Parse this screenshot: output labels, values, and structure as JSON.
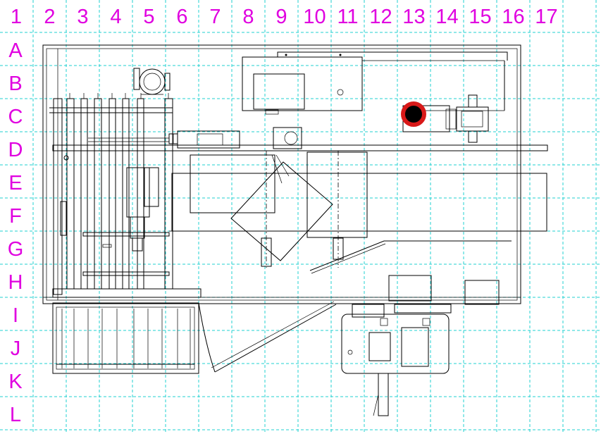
{
  "grid": {
    "columns": [
      "1",
      "2",
      "3",
      "4",
      "5",
      "6",
      "7",
      "8",
      "9",
      "10",
      "11",
      "12",
      "13",
      "14",
      "15",
      "16",
      "17"
    ],
    "rows": [
      "A",
      "B",
      "C",
      "D",
      "E",
      "F",
      "G",
      "H",
      "I",
      "J",
      "K",
      "L"
    ]
  },
  "colors": {
    "grid_line": "#22d0d0",
    "labels": "#e000e0",
    "drawing": "#000000",
    "marker_ring": "#d81818"
  }
}
